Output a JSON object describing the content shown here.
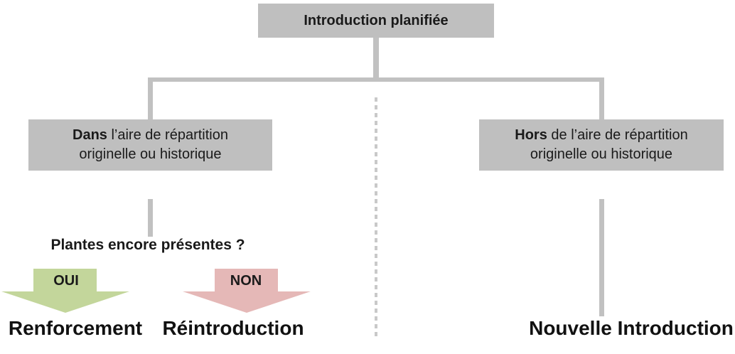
{
  "diagram": {
    "root": {
      "label": "Introduction planifiée"
    },
    "left_branch": {
      "box": {
        "bold": "Dans",
        "rest": " l’aire de répartition",
        "line2": "originelle ou historique"
      },
      "question": "Plantes encore présentes ?",
      "yes": {
        "label": "OUI",
        "color": "#c3d69b",
        "result": "Renforcement"
      },
      "no": {
        "label": "NON",
        "color": "#e5b8b7",
        "result": "Réintroduction"
      }
    },
    "right_branch": {
      "box": {
        "bold": "Hors",
        "rest": " de l’aire de répartition",
        "line2": "originelle ou historique"
      },
      "result": "Nouvelle Introduction"
    },
    "colors": {
      "box_fill": "#bfbfbf",
      "connector": "#c1c1c1",
      "divider_dash": "#c9c9c9",
      "text": "#1a1a1a"
    }
  }
}
